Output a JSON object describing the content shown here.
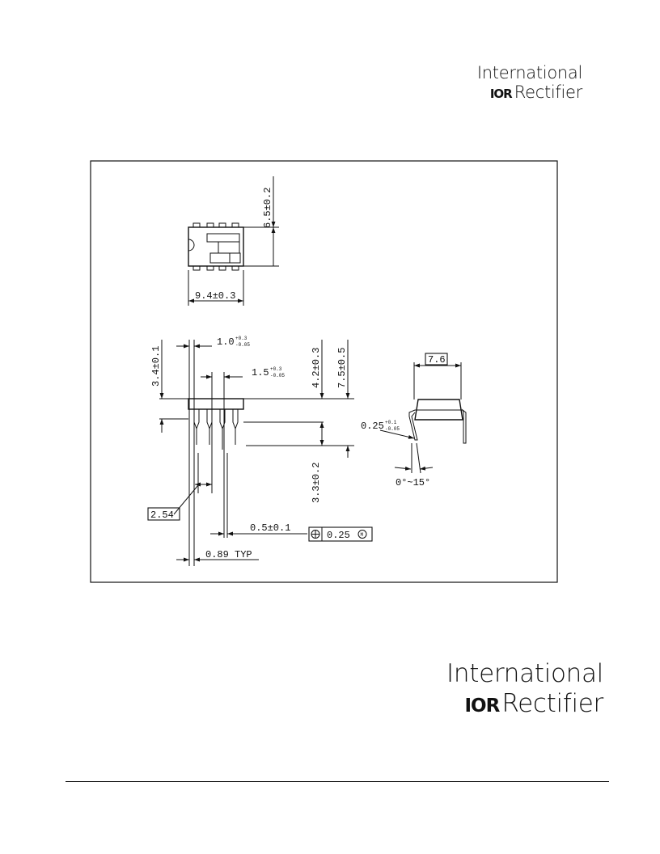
{
  "logo": {
    "line1": "International",
    "mark": "IOR",
    "line2": "Rectifier"
  },
  "drawing": {
    "height_dim": "6.5±0.2",
    "length_dim": "9.4±0.3",
    "lead_width_main": "1.0",
    "lead_width_tol_plus": "+0.3",
    "lead_width_tol_minus": "-0.05",
    "lead_width2_main": "1.5",
    "lead_width2_tol_plus": "+0.3",
    "lead_width2_tol_minus": "-0.05",
    "body_height_dim": "3.4±0.1",
    "seat_height_dim": "4.2±0.3",
    "overall_height_dim": "7.5±0.5",
    "lead_length_dim": "3.3±0.2",
    "pitch_dim": "2.54",
    "lead_dia_dim": "0.5±0.1",
    "position_tol": "0.25",
    "mmc_symbol": "M",
    "shoulder_dim": "0.89 TYP",
    "row_spacing_dim": "7.6",
    "lead_thick_main": "0.25",
    "lead_thick_tol_plus": "+0.1",
    "lead_thick_tol_minus": "-0.05",
    "angle_dim": "0°~15°"
  }
}
